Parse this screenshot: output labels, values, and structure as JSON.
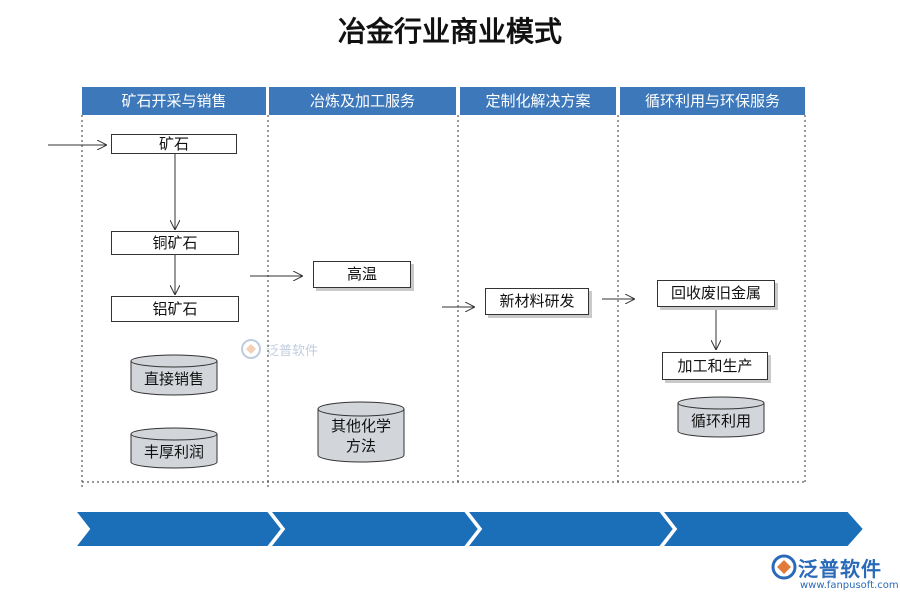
{
  "title": "冶金行业商业模式",
  "lanes": [
    {
      "label": "矿石开采与销售"
    },
    {
      "label": "冶炼及加工服务"
    },
    {
      "label": "定制化解决方案"
    },
    {
      "label": "循环利用与环保服务"
    }
  ],
  "nodes": {
    "ore": "矿石",
    "copper_ore": "铜矿石",
    "aluminum_ore": "铝矿石",
    "direct_sales": "直接销售",
    "high_profit": "丰厚利润",
    "high_temp": "高温",
    "other_chem_line1": "其他化学",
    "other_chem_line2": "方法",
    "new_material": "新材料研发",
    "recycle_metal": "回收废旧金属",
    "process_produce": "加工和生产",
    "recycling": "循环利用"
  },
  "watermark": "泛普软件",
  "logo": {
    "name": "泛普软件",
    "url": "www.fanpusoft.com"
  },
  "colors": {
    "header": "#3d78ba",
    "chevron": "#1b6fb8"
  }
}
